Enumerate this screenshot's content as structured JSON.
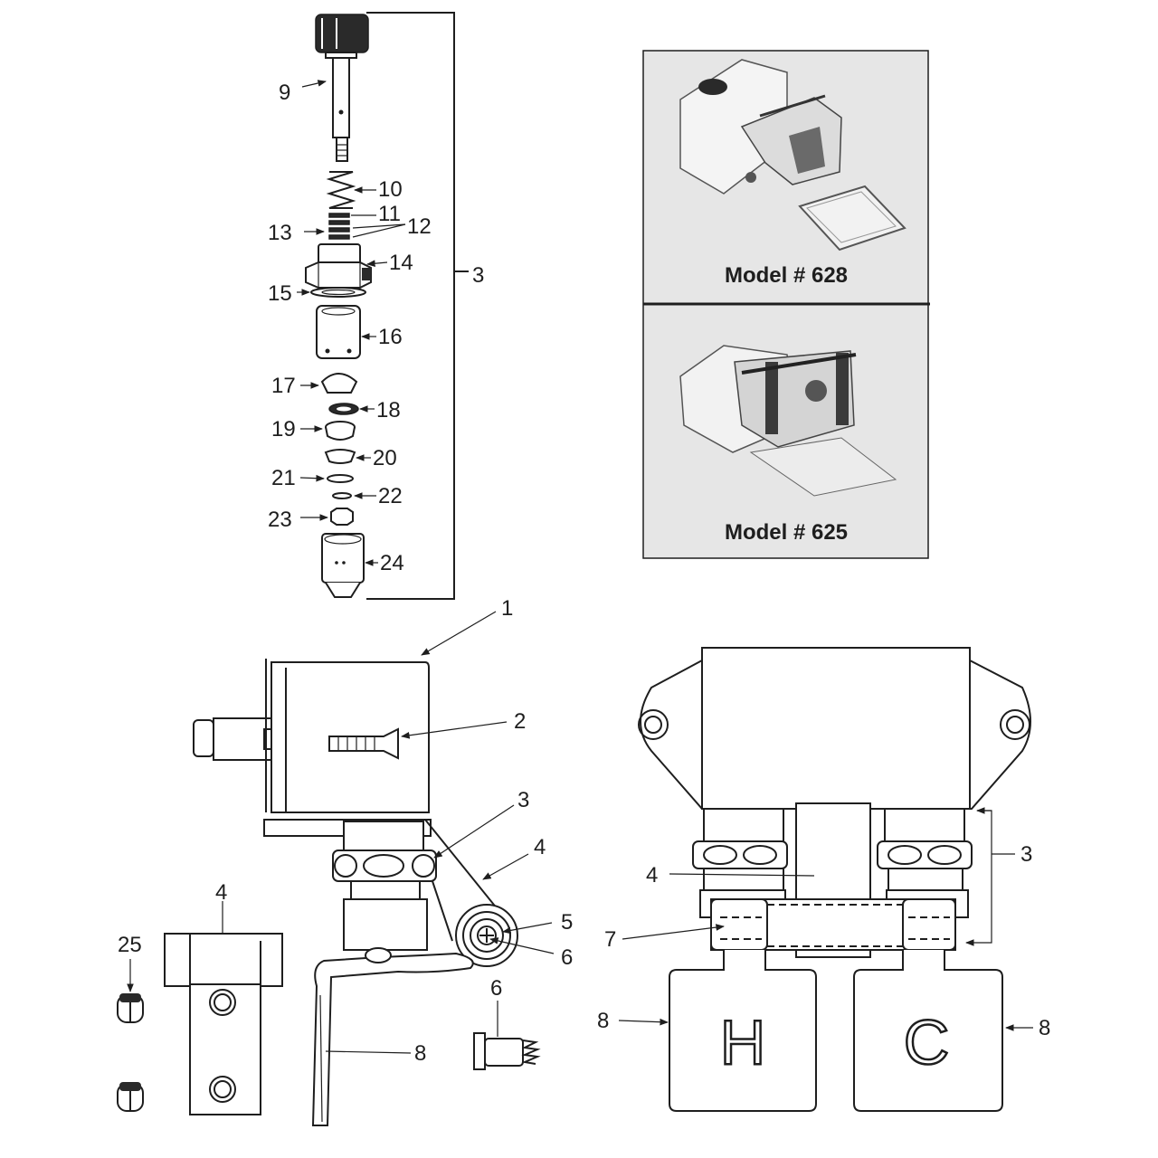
{
  "callouts": {
    "c9": "9",
    "c10": "10",
    "c11": "11",
    "c12": "12",
    "c13": "13",
    "c14": "14",
    "c3_top": "3",
    "c15": "15",
    "c16": "16",
    "c17": "17",
    "c18": "18",
    "c19": "19",
    "c20": "20",
    "c21": "21",
    "c22": "22",
    "c23": "23",
    "c24": "24",
    "c1": "1",
    "c2": "2",
    "c3_valve": "3",
    "c4_valve": "4",
    "c5": "5",
    "c6_valve": "6",
    "c4_bracket": "4",
    "c25": "25",
    "c6_screw": "6",
    "c8_lever": "8",
    "c3_right": "3",
    "c4_right": "4",
    "c7": "7",
    "c8_left_pad": "8",
    "c8_right_pad": "8"
  },
  "models": {
    "top_caption": "Model # 628",
    "bottom_caption": "Model # 625"
  },
  "pedal_letters": {
    "hot": "H",
    "cold": "C"
  },
  "colors": {
    "ink": "#1e1e1e",
    "panel_fill": "#e6e6e6"
  }
}
